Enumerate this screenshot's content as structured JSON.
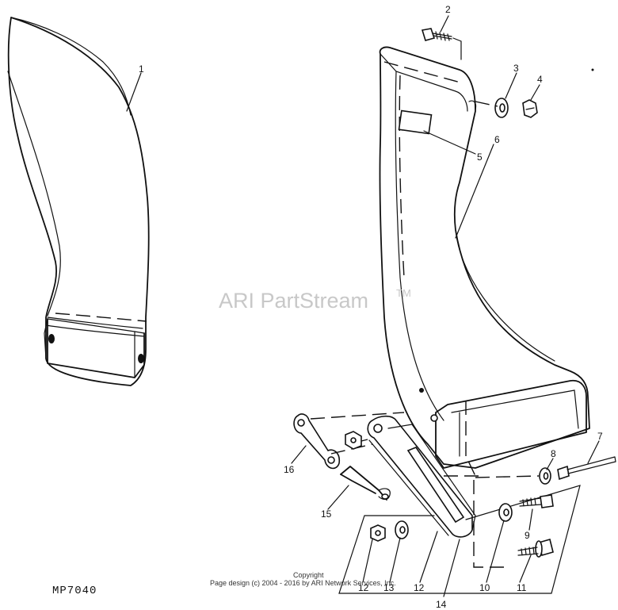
{
  "watermark": {
    "text": "ARI PartStream",
    "tm": "TM"
  },
  "drawing_number": "MP7040",
  "copyright": {
    "line1": "Copyright",
    "line2": "Page design (c) 2004 - 2016 by ARI Network Services, Inc."
  },
  "callouts": [
    "1",
    "2",
    "3",
    "4",
    "5",
    "6",
    "7",
    "8",
    "9",
    "10",
    "11",
    "12",
    "13",
    "12",
    "14",
    "15",
    "16"
  ]
}
